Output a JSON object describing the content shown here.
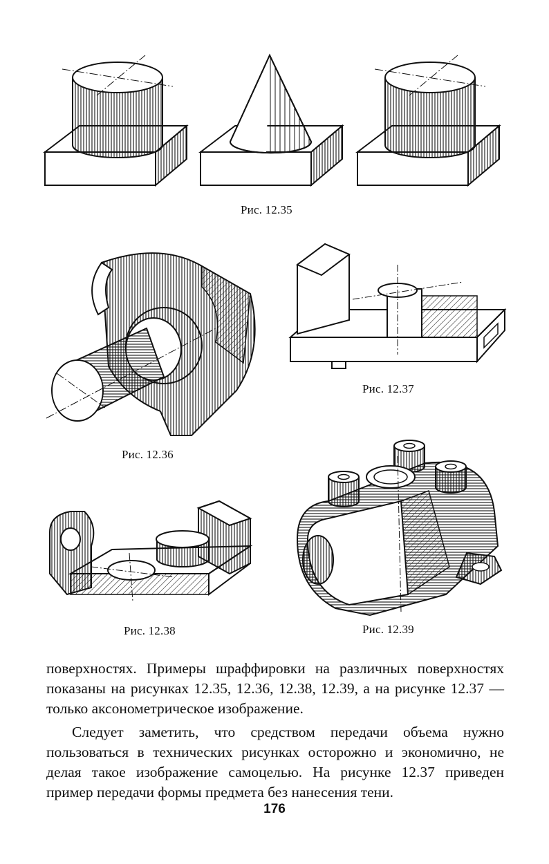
{
  "captions": {
    "fig_12_35": "Рис. 12.35",
    "fig_12_36": "Рис. 12.36",
    "fig_12_37": "Рис. 12.37",
    "fig_12_38": "Рис. 12.38",
    "fig_12_39": "Рис. 12.39"
  },
  "paragraphs": [
    "поверхностях. Примеры шраффировки на различных поверхностях показаны на рисунках 12.35, 12.36, 12.38, 12.39, а на рисунке 12.37 — только аксонометрическое изображение.",
    "Следует заметить, что средством передачи объема нужно пользоваться в технических рисунках осторожно и экономично, не делая такое изображение самоцелью. На рисунке 12.37 приведен пример передачи формы предмета без нанесения тени."
  ],
  "page_number": "176",
  "colors": {
    "ink": "#111111",
    "paper": "#ffffff"
  }
}
